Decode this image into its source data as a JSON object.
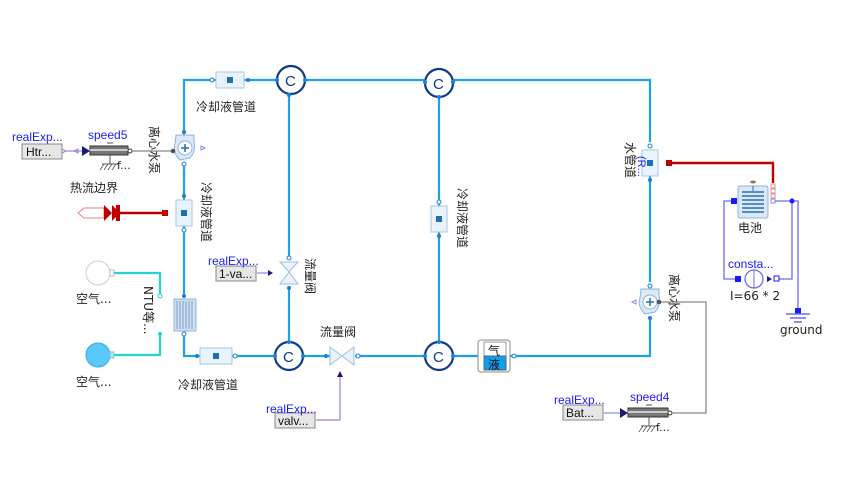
{
  "diagram": {
    "colors": {
      "coolant_pipe": "#1ea0e8",
      "air_pipe": "#22d3d3",
      "junction": "#0d3a8a",
      "heat_line": "#c00000",
      "signal_line": "#8c8cd8",
      "electric_line": "#6b6bf0",
      "label_blue": "#1a1aff",
      "tank_liquid": "#0aa0ef"
    },
    "components": {
      "pipe_top_left": {
        "label": "冷却液管道"
      },
      "pipe_left_vertical": {
        "label": "冷却液管道"
      },
      "pipe_bottom_left": {
        "label": "冷却液管道"
      },
      "pipe_middle_vertical": {
        "label": "冷却液管道"
      },
      "water_pipe_right": {
        "label": "水管道",
        "sublabel": "(R..."
      },
      "pump_left": {
        "label": "离心水泵"
      },
      "pump_right": {
        "label": "离心水泵"
      },
      "junction_label": "C",
      "valve_middle": {
        "label": "流量阀"
      },
      "valve_bottom": {
        "label": "流量阀"
      },
      "heat_boundary": {
        "label": "热流边界"
      },
      "heat_exchanger": {
        "label": "NTU等..."
      },
      "air_source_top": {
        "label": "空气..."
      },
      "air_source_bottom": {
        "label": "空气..."
      },
      "tank": {
        "gas_label": "气",
        "liquid_label": "液",
        "liquid_level": 0.5
      },
      "battery": {
        "label": "电池"
      },
      "current_source": {
        "name": "consta...",
        "param": "I=66 * 2"
      },
      "ground": {
        "label": "ground"
      },
      "speed5": {
        "name": "speed5",
        "sub": "f..."
      },
      "speed4": {
        "name": "speed4",
        "sub": "f..."
      },
      "expr_htr": {
        "name": "realExp...",
        "value": "Htr..."
      },
      "expr_valve_mid": {
        "name": "realExp...",
        "value": "1-va..."
      },
      "expr_valve_bottom": {
        "name": "realExp...",
        "value": "valv..."
      },
      "expr_bat": {
        "name": "realExp...",
        "value": "Bat..."
      }
    }
  }
}
